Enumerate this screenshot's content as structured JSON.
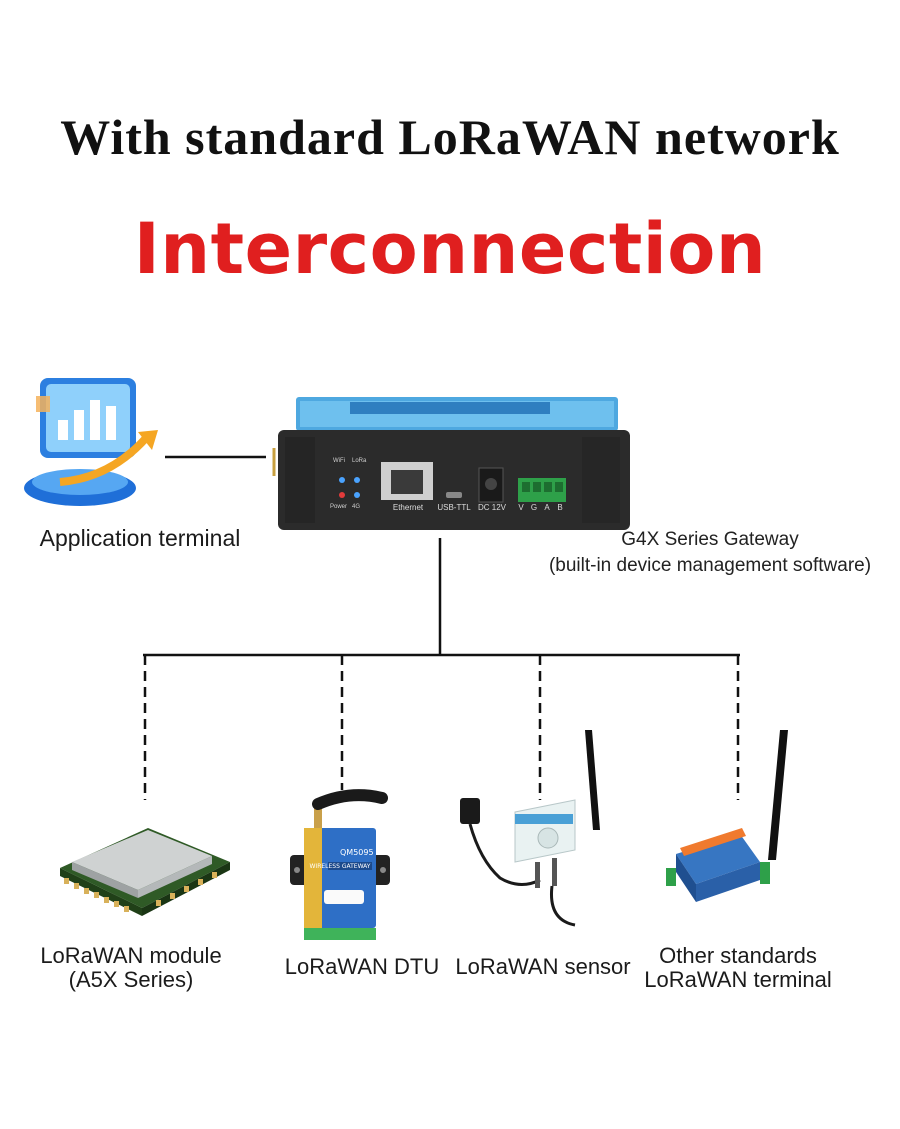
{
  "header": {
    "title_line1": "With standard LoRaWAN network",
    "title_line2": "Interconnection"
  },
  "colors": {
    "title_black": "#111111",
    "title_red": "#e01f1f",
    "line": "#111111"
  },
  "application_terminal": {
    "label": "Application terminal",
    "icon": "chart-monitor-icon"
  },
  "gateway": {
    "label_line1": "G4X Series Gateway",
    "label_line2": "(built-in device management software)",
    "ports": [
      "Ethernet",
      "USB-TTL",
      "DC 12V",
      "V",
      "G",
      "A",
      "B"
    ],
    "leds": [
      "WiFi",
      "LoRa",
      "Power",
      "4G"
    ],
    "icon": "gateway-device-icon"
  },
  "devices": [
    {
      "label_line1": "LoRaWAN module",
      "label_line2": "(A5X Series)",
      "icon": "lora-module-chip-icon"
    },
    {
      "label_line1": "LoRaWAN DTU",
      "label_line2": "",
      "icon": "dtu-device-icon"
    },
    {
      "label_line1": "LoRaWAN sensor",
      "label_line2": "",
      "icon": "sensor-device-icon"
    },
    {
      "label_line1": "Other standards",
      "label_line2": "LoRaWAN terminal",
      "icon": "terminal-device-icon"
    }
  ],
  "dtu_text": {
    "model": "QM5095",
    "banner": "WIRELESS GATEWAY"
  }
}
